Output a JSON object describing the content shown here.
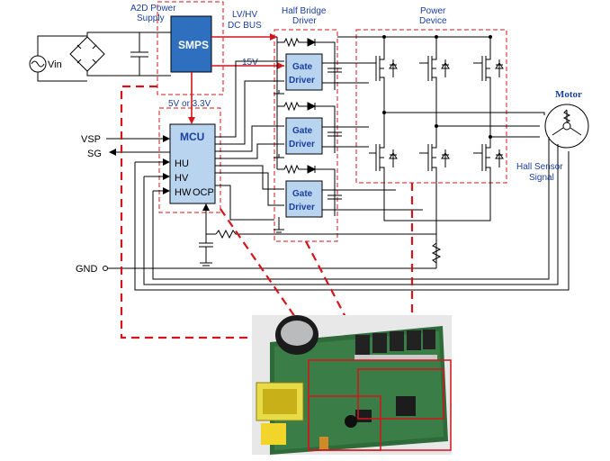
{
  "blocks": {
    "a2d_title_line1": "A2D Power",
    "a2d_title_line2": "Supply",
    "smps": "SMPS",
    "dcbus_line1": "LV/HV",
    "dcbus_line2": "DC BUS",
    "v15": "15V",
    "v5": "5V or 3.3V",
    "halfbridge_line1": "Half Bridge",
    "halfbridge_line2": "Driver",
    "power_line1": "Power",
    "power_line2": "Device",
    "motor": "Motor",
    "hall_line1": "Hall Sensor",
    "hall_line2": "Signal",
    "mcu": "MCU"
  },
  "gate_driver": {
    "line1": "Gate",
    "line2": "Driver"
  },
  "signals": {
    "vin": "Vin",
    "vsp": "VSP",
    "sg": "SG",
    "hu": "HU",
    "hv": "HV",
    "hw": "HW",
    "ocp": "OCP",
    "gnd": "GND"
  },
  "colors": {
    "blue_box": "#b9d4ee",
    "smps_blue": "#2e6fbf",
    "label_blue": "#1a3fa0",
    "red": "#d4151b",
    "pcb_green": "#2f6b3a"
  }
}
